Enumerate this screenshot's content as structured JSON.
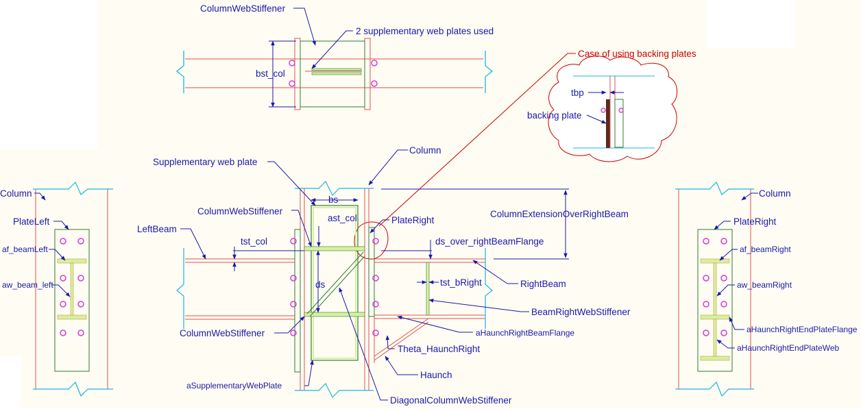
{
  "colors": {
    "background": "#fefcf3",
    "leader": "#1a1aa8",
    "steel": "#d9534f",
    "plate_outline": "#2e7d32",
    "stiffener_fill": "#d8f0a0",
    "bolt": "#d63ad6",
    "break_line": "#19b7e0",
    "callout": "#cc0000",
    "backing_plate": "#5a2a1a"
  },
  "top_detail": {
    "column_web_stiffener": "ColumnWebStiffener",
    "supplementary_plates_note": "2 supplementary web plates used",
    "bst_col": "bst_col"
  },
  "backing_callout": {
    "title": "Case of using backing plates",
    "tbp": "tbp",
    "backing_plate": "backing plate"
  },
  "main_elevation": {
    "supplementary_web_plate": "Supplementary web plate",
    "column": "Column",
    "bs": "bs",
    "column_web_stiffener_top": "ColumnWebStiffener",
    "ast_col": "ast_col",
    "plate_right": "PlateRight",
    "left_beam": "LeftBeam",
    "tst_col": "tst_col",
    "column_extension": "ColumnExtensionOverRightBeam",
    "ds_over_right_beam_flange": "ds_over_rightBeamFlange",
    "ds": "ds",
    "tst_bright": "tst_bRight",
    "right_beam": "RightBeam",
    "beam_right_web_stiffener": "BeamRightWebStiffener",
    "column_web_stiffener_bottom": "ColumnWebStiffener",
    "haunch_right_beam_flange": "aHaunchRightBeamFlange",
    "theta_haunch_right": "Theta_HaunchRight",
    "haunch": "Haunch",
    "a_supplementary_web_plate": "aSupplementaryWebPlate",
    "diagonal_column_web_stiffener": "DiagonalColumnWebStiffener"
  },
  "left_endplate": {
    "column": "Column",
    "plate_left": "PlateLeft",
    "af_beam_left": "af_beamLeft",
    "aw_beam_left": "aw_beam_left"
  },
  "right_endplate": {
    "column": "Column",
    "plate_right": "PlateRight",
    "af_beam_right": "af_beamRight",
    "aw_beam_right": "aw_beamRight",
    "haunch_end_plate_flange": "aHaunchRightEndPlateFlange",
    "haunch_end_plate_web": "aHaunchRightEndPlateWeb"
  }
}
